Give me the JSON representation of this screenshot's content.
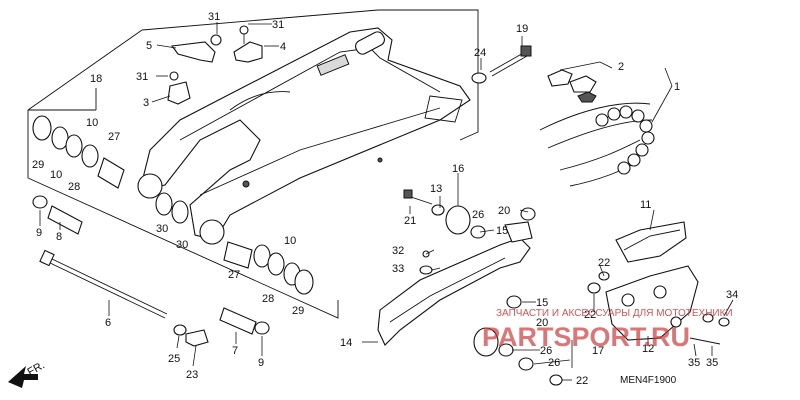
{
  "labels": {
    "l1": "1",
    "l2": "2",
    "l3": "3",
    "l4": "4",
    "l5": "5",
    "l6": "6",
    "l7": "7",
    "l8": "8",
    "l9a": "9",
    "l9b": "9",
    "l10a": "10",
    "l10b": "10",
    "l10c": "10",
    "l11": "11",
    "l12": "12",
    "l13": "13",
    "l14": "14",
    "l15a": "15",
    "l15b": "15",
    "l16": "16",
    "l17": "17",
    "l18": "18",
    "l19": "19",
    "l20a": "20",
    "l20b": "20",
    "l21": "21",
    "l22a": "22",
    "l22b": "22",
    "l22c": "22",
    "l23": "23",
    "l24": "24",
    "l25": "25",
    "l26a": "26",
    "l26b": "26",
    "l26c": "26",
    "l27a": "27",
    "l27b": "27",
    "l28a": "28",
    "l28b": "28",
    "l29a": "29",
    "l29b": "29",
    "l30a": "30",
    "l30b": "30",
    "l31a": "31",
    "l31b": "31",
    "l31c": "31",
    "l32": "32",
    "l33": "33",
    "l34": "34",
    "l35a": "35",
    "l35b": "35"
  },
  "direction_label": "FR.",
  "diagram_code": "MEN4F1900",
  "watermark": {
    "subtitle": "ЗАПЧАСТИ И АКСЕССУАРЫ ДЛЯ МОТОТЕХНИКИ",
    "brand": "PARTSPORT.RU",
    "color": "#c8373a"
  }
}
